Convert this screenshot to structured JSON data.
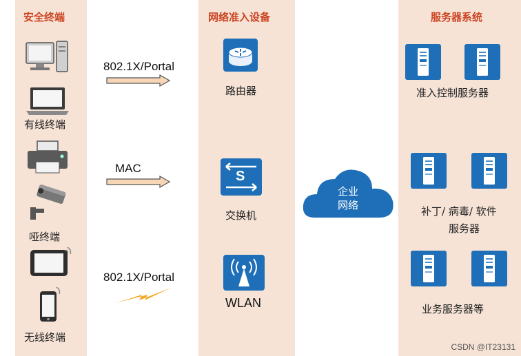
{
  "columns": {
    "left_title": "安全终端",
    "mid_title": "网络准入设备",
    "right_title": "服务器系统"
  },
  "terminals": {
    "wired": "有线终端",
    "dumb": "哑终端",
    "wireless": "无线终端"
  },
  "protocols": {
    "wired": "802.1X/Portal",
    "dumb": "MAC",
    "wireless": "802.1X/Portal"
  },
  "devices": {
    "router": "路由器",
    "switch": "交换机",
    "switch_glyph": "S",
    "wlan": "WLAN"
  },
  "network": {
    "line1": "企业",
    "line2": "网络"
  },
  "servers": {
    "access": "准入控制服务器",
    "patch_line1": "补丁/ 病毒/ 软件",
    "patch_line2": "服务器",
    "business": "业务服务器等"
  },
  "watermark": "CSDN @IT23131",
  "colors": {
    "title": "#cc4422",
    "device_blue": "#1e6fb8",
    "column_bg": "#f6e3d6",
    "arrow_fill": "#f7d6b8",
    "lightning": "#f5a623"
  }
}
